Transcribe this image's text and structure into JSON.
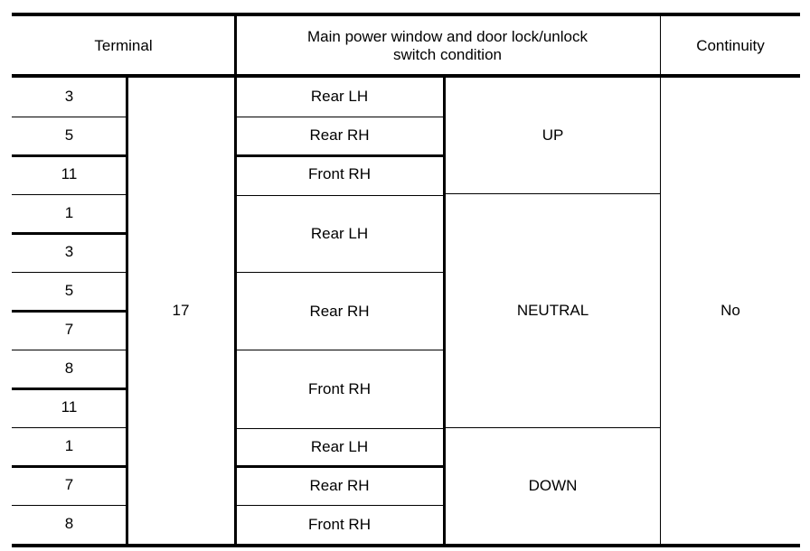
{
  "table": {
    "headers": {
      "terminal": "Terminal",
      "condition": "Main power window and door lock/unlock\nswitch condition",
      "continuity": "Continuity"
    },
    "common_terminal": "17",
    "continuity_value": "No",
    "terminals": [
      "3",
      "5",
      "11",
      "1",
      "3",
      "5",
      "7",
      "8",
      "11",
      "1",
      "7",
      "8"
    ],
    "groups": [
      {
        "position": "UP",
        "doors": [
          {
            "label": "Rear LH",
            "rows": 1
          },
          {
            "label": "Rear RH",
            "rows": 1
          },
          {
            "label": "Front RH",
            "rows": 1
          }
        ]
      },
      {
        "position": "NEUTRAL",
        "doors": [
          {
            "label": "Rear LH",
            "rows": 2
          },
          {
            "label": "Rear RH",
            "rows": 2
          },
          {
            "label": "Front RH",
            "rows": 2
          }
        ]
      },
      {
        "position": "DOWN",
        "doors": [
          {
            "label": "Rear LH",
            "rows": 1
          },
          {
            "label": "Rear RH",
            "rows": 1
          },
          {
            "label": "Front RH",
            "rows": 1
          }
        ]
      }
    ]
  }
}
